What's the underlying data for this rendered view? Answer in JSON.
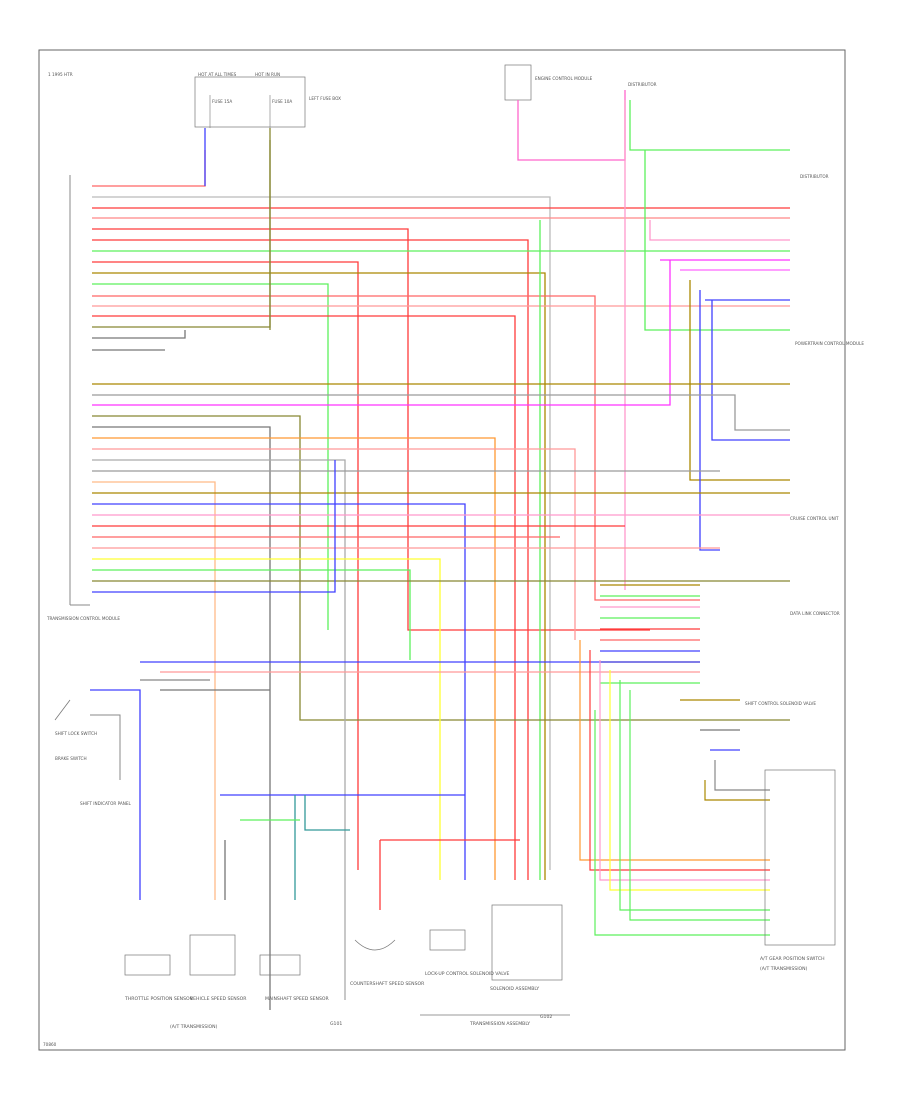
{
  "diagram": {
    "corner_note_top": "1 1995 HTR",
    "corner_note_bottom": "70860",
    "components": {
      "hot_at_all_times": "HOT AT ALL TIMES",
      "hot_in_run": "HOT IN RUN",
      "fuse_box_left": "FUSE 15A",
      "fuse_box_right": "FUSE 10A",
      "fuse_box_side": "LEFT FUSE BOX",
      "engine_control_module": "ENGINE CONTROL MODULE",
      "dist_note": "DISTRIBUTOR",
      "distributor_label": "DISTRIBUTOR",
      "powertrain_module": "POWERTRAIN CONTROL MODULE",
      "tcm_label": "TRANSMISSION CONTROL MODULE",
      "shift_lock_switch": "SHIFT LOCK SWITCH",
      "brake_switch": "BRAKE SWITCH",
      "shift_indicator": "SHIFT INDICATOR PANEL",
      "data_link": "DATA LINK CONNECTOR",
      "cruise_control": "CRUISE CONTROL UNIT",
      "throttle_sensor": "THROTTLE POSITION SENSOR",
      "vss": "VEHICLE SPEED SENSOR",
      "mainshaft_sensor": "MAINSHAFT SPEED SENSOR",
      "countershaft_sensor": "COUNTERSHAFT SPEED SENSOR",
      "lockup_solenoid": "LOCK-UP CONTROL SOLENOID VALVE",
      "shift_solenoid": "SHIFT CONTROL SOLENOID VALVE",
      "a_t_gear_position": "A/T GEAR POSITION SWITCH",
      "at_transmission_note": "(A/T TRANSMISSION)",
      "solenoid_assembly": "SOLENOID ASSEMBLY",
      "transmission_assembly": "TRANSMISSION ASSEMBLY",
      "g101": "G101",
      "g102": "G102"
    },
    "wire_colors": {
      "red": "#ff3b3b",
      "green": "#5cf05c",
      "pink": "#ff66cc",
      "magenta": "#ff33ff",
      "blue": "#4040ff",
      "yellow": "#ffff33",
      "orange": "#ff9933",
      "brown": "#aa8800",
      "gray": "#9a9a9a",
      "teal": "#339999",
      "olive": "#888833",
      "black": "#333333"
    }
  }
}
